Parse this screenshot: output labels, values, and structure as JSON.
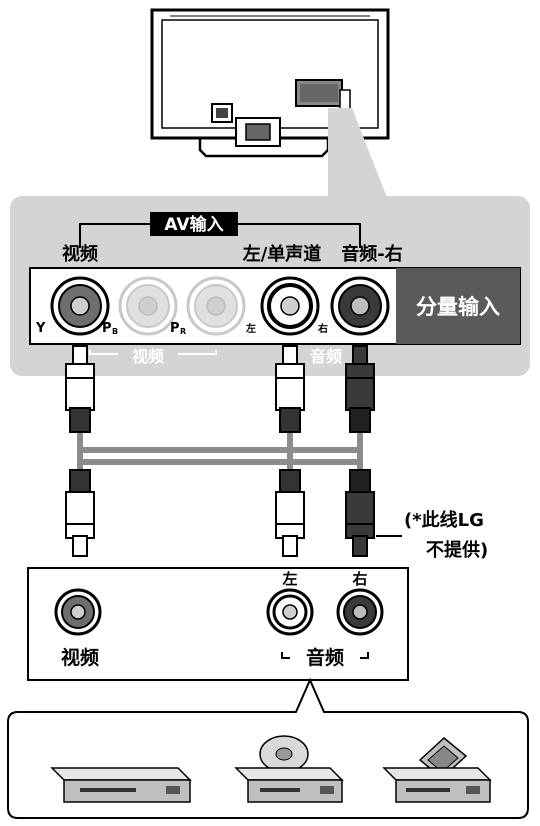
{
  "av_input": {
    "title": "AV输入",
    "video_label": "视频",
    "audio_left_label": "左/单声道",
    "audio_right_label": "音频-右"
  },
  "component_input": {
    "title": "分量输入",
    "y": "Y",
    "pb": "P",
    "pb_sub": "B",
    "pr": "P",
    "pr_sub": "R",
    "left": "左",
    "right": "右",
    "video_group": "视频",
    "audio_group": "音频"
  },
  "cable_note": {
    "line1": "(*此线LG",
    "line2": "不提供)"
  },
  "device": {
    "left": "左",
    "right": "右",
    "video": "视频",
    "audio": "音频"
  },
  "colors": {
    "panel": "#d4d4d4",
    "component_block": "#5a5a5a",
    "dark_plug": "#3a3a3a",
    "cable": "#8c8c8c"
  }
}
